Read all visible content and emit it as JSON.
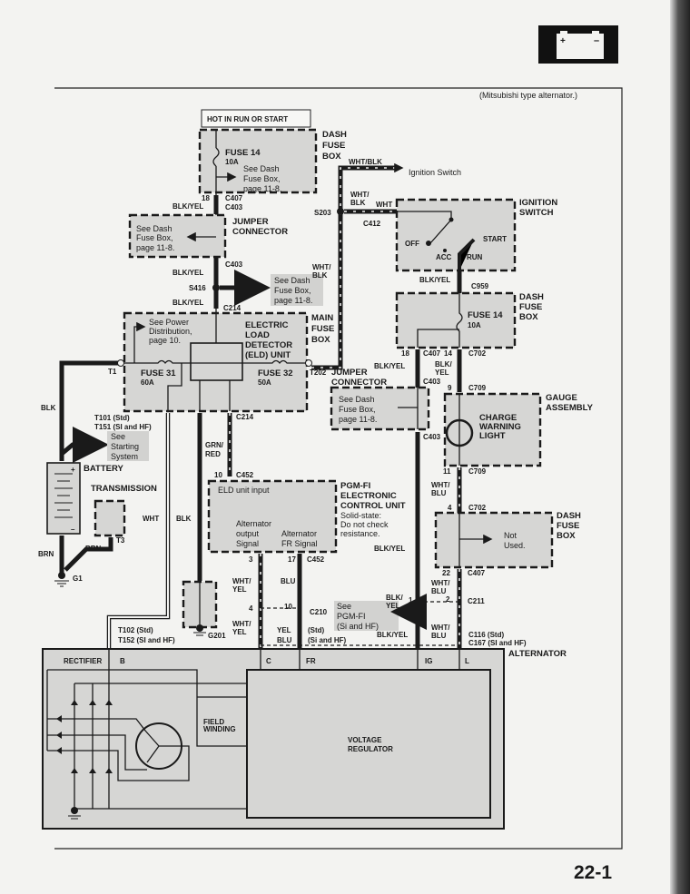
{
  "page": {
    "note": "(Mitsubishi type alternator.)",
    "page_number": "22-1",
    "header_icon": "battery-icon"
  },
  "hot_box": "HOT IN RUN OR START",
  "components": {
    "dash_fuse_box": [
      "DASH",
      "FUSE",
      "BOX"
    ],
    "jumper_connector": [
      "JUMPER",
      "CONNECTOR"
    ],
    "main_fuse_box": [
      "MAIN",
      "FUSE",
      "BOX"
    ],
    "eld": [
      "ELECTRIC",
      "LOAD",
      "DETECTOR",
      "(ELD) UNIT"
    ],
    "ignition_switch": [
      "IGNITION",
      "SWITCH"
    ],
    "gauge_assembly": [
      "GAUGE",
      "ASSEMBLY"
    ],
    "charge_light": [
      "CHARGE",
      "WARNING",
      "LIGHT"
    ],
    "pgmfi": [
      "PGM-FI",
      "ELECTRONIC",
      "CONTROL UNIT",
      "Solid-state:",
      "Do not check",
      "resistance."
    ],
    "battery": "BATTERY",
    "transmission": "TRANSMISSION",
    "alternator": "ALTERNATOR",
    "rectifier": "RECTIFIER",
    "field_winding": [
      "FIELD",
      "WINDING"
    ],
    "voltage_regulator": [
      "VOLTAGE",
      "REGULATOR"
    ]
  },
  "fuses": {
    "f14": "FUSE 14",
    "f14_amp": "10A",
    "f31": "FUSE 31",
    "f31_amp": "60A",
    "f32": "FUSE 32",
    "f32_amp": "50A"
  },
  "refs": {
    "dash_fuse": [
      "See Dash",
      "Fuse Box,",
      "page 11-8."
    ],
    "power_dist": [
      "See Power",
      "Distribution,",
      "page 10."
    ],
    "starting": [
      "See",
      "Starting",
      "System"
    ],
    "pgmfi": [
      "See",
      "PGM-FI",
      "(Si and HF)"
    ],
    "not_used": [
      "Not",
      "Used."
    ],
    "ignition_switch": "Ignition Switch"
  },
  "switch_positions": {
    "off": "OFF",
    "acc": "ACC",
    "run": "RUN",
    "start": "START"
  },
  "ecu_signals": {
    "eld_input": "ELD unit input",
    "alt_output": [
      "Alternator",
      "output",
      "Signal"
    ],
    "alt_fr": [
      "Alternator",
      "FR Signal"
    ]
  },
  "terminals": {
    "b": "B",
    "c": "C",
    "fr": "FR",
    "ig": "IG",
    "l": "L"
  },
  "wires": {
    "blk_yel": "BLK/YEL",
    "blk_yel_split": [
      "BLK/",
      "YEL"
    ],
    "wht_blk": "WHT/BLK",
    "wht_blk_split": [
      "WHT/",
      "BLK"
    ],
    "wht": "WHT",
    "blk": "BLK",
    "brn": "BRN",
    "grn_red": [
      "GRN/",
      "RED"
    ],
    "wht_yel": [
      "WHT/",
      "YEL"
    ],
    "blu": "BLU",
    "yel_blu": [
      "YEL",
      "BLU"
    ],
    "wht_blu": [
      "WHT/",
      "BLU"
    ]
  },
  "connectors": {
    "c407": "C407",
    "c403": "C403",
    "s416": "S416",
    "c214": "C214",
    "s203": "S203",
    "c412": "C412",
    "c959": "C959",
    "c702": "C702",
    "c709": "C709",
    "t1": "T1",
    "t202": "T202",
    "t101": "T101  (Std)",
    "t151": "T151  (SI and HF)",
    "t3": "T3",
    "g1": "G1",
    "c452": "C452",
    "c210": "C210",
    "g201": "G201",
    "t102": "T102  (Std)",
    "t152": "T152  (SI and HF)",
    "c211": "C211",
    "c116": "C116   (Std)",
    "c167": "C167   (SI and HF)",
    "std": "(Std)",
    "si_hf": "(Si and HF)"
  },
  "pins": {
    "p18": "18",
    "p14": "14",
    "p9": "9",
    "p11": "11",
    "p4": "4",
    "p22": "22",
    "p10": "10",
    "p3": "3",
    "p17": "17",
    "p1": "1",
    "p2": "2"
  }
}
